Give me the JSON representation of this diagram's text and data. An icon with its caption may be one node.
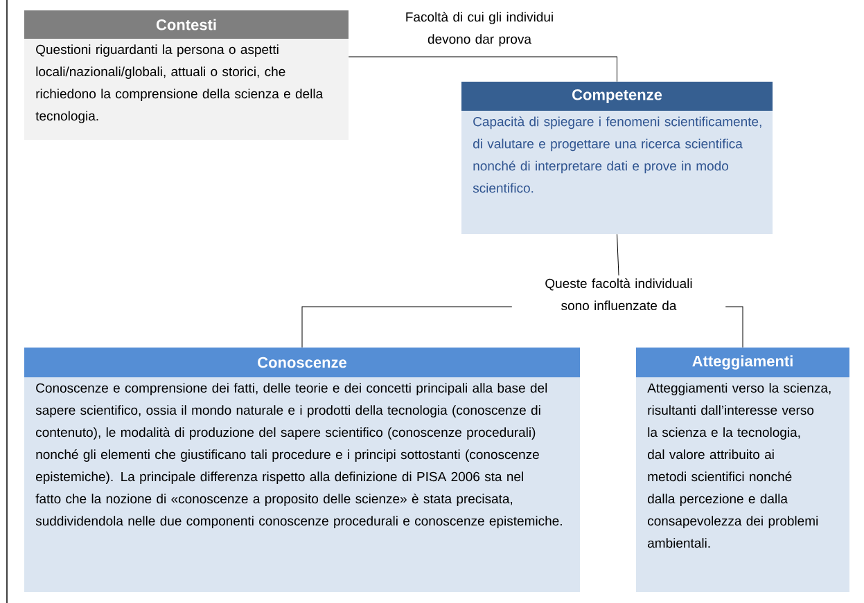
{
  "diagram": {
    "nodes": [
      {
        "text": [
          "Contesti",
          "Questioni riguardanti la persona o aspetti locali/nazionali/globali, attuali o storici, che richiedono la comprensione della scienza e della tecnologia."
        ]
      },
      {
        "text": [
          "Competenze",
          "Capacità di spiegare i fenomeni scientificamente, di valutare e progettare una ricerca scientifica nonché di interpretare dati e prove in modo scientifico."
        ]
      },
      {
        "text": [
          "Queste facoltà individuali sono influenzate da"
        ]
      },
      {
        "text": [
          "Conoscenze",
          "Conoscenze e comprensione dei fatti, delle teorie e dei concetti principali alla base del sapere scientifico, ossia il mondo naturale e i prodotti della tecnologia (conoscenze di contenuto), le modalità di produzione del sapere scientifico (conoscenze procedurali) nonché gli elementi che giustificano tali procedure e i principi sottostanti (conoscenze epistemiche). La principale differenza rispetto alla definizione di PISA 2006 sta nel fatto che la nozione di «conoscenze a proposito delle scienze» è stata precisata, suddividendola nelle due componenti conoscenze procedurali e conoscenze epistemiche."
        ]
      },
      {
        "text": [
          "Atteggiamenti",
          "Atteggiamenti verso la scienza, risultanti dall’interesse verso la scienza e la tecnologia, dal valore attribuito ai metodi scientifici nonché dalla percezione e dalla consapevolezza dei problemi ambientali."
        ]
      }
    ],
    "edges": [
      {
        "from": 0,
        "to": 1,
        "arrow": "none",
        "label": "Facoltà di cui gli individui devono dar prova"
      },
      {
        "from": 1,
        "to": 2,
        "arrow": "none"
      },
      {
        "from": 2,
        "to": 3,
        "arrow": "none"
      },
      {
        "from": 2,
        "to": 4,
        "arrow": "none"
      }
    ]
  }
}
